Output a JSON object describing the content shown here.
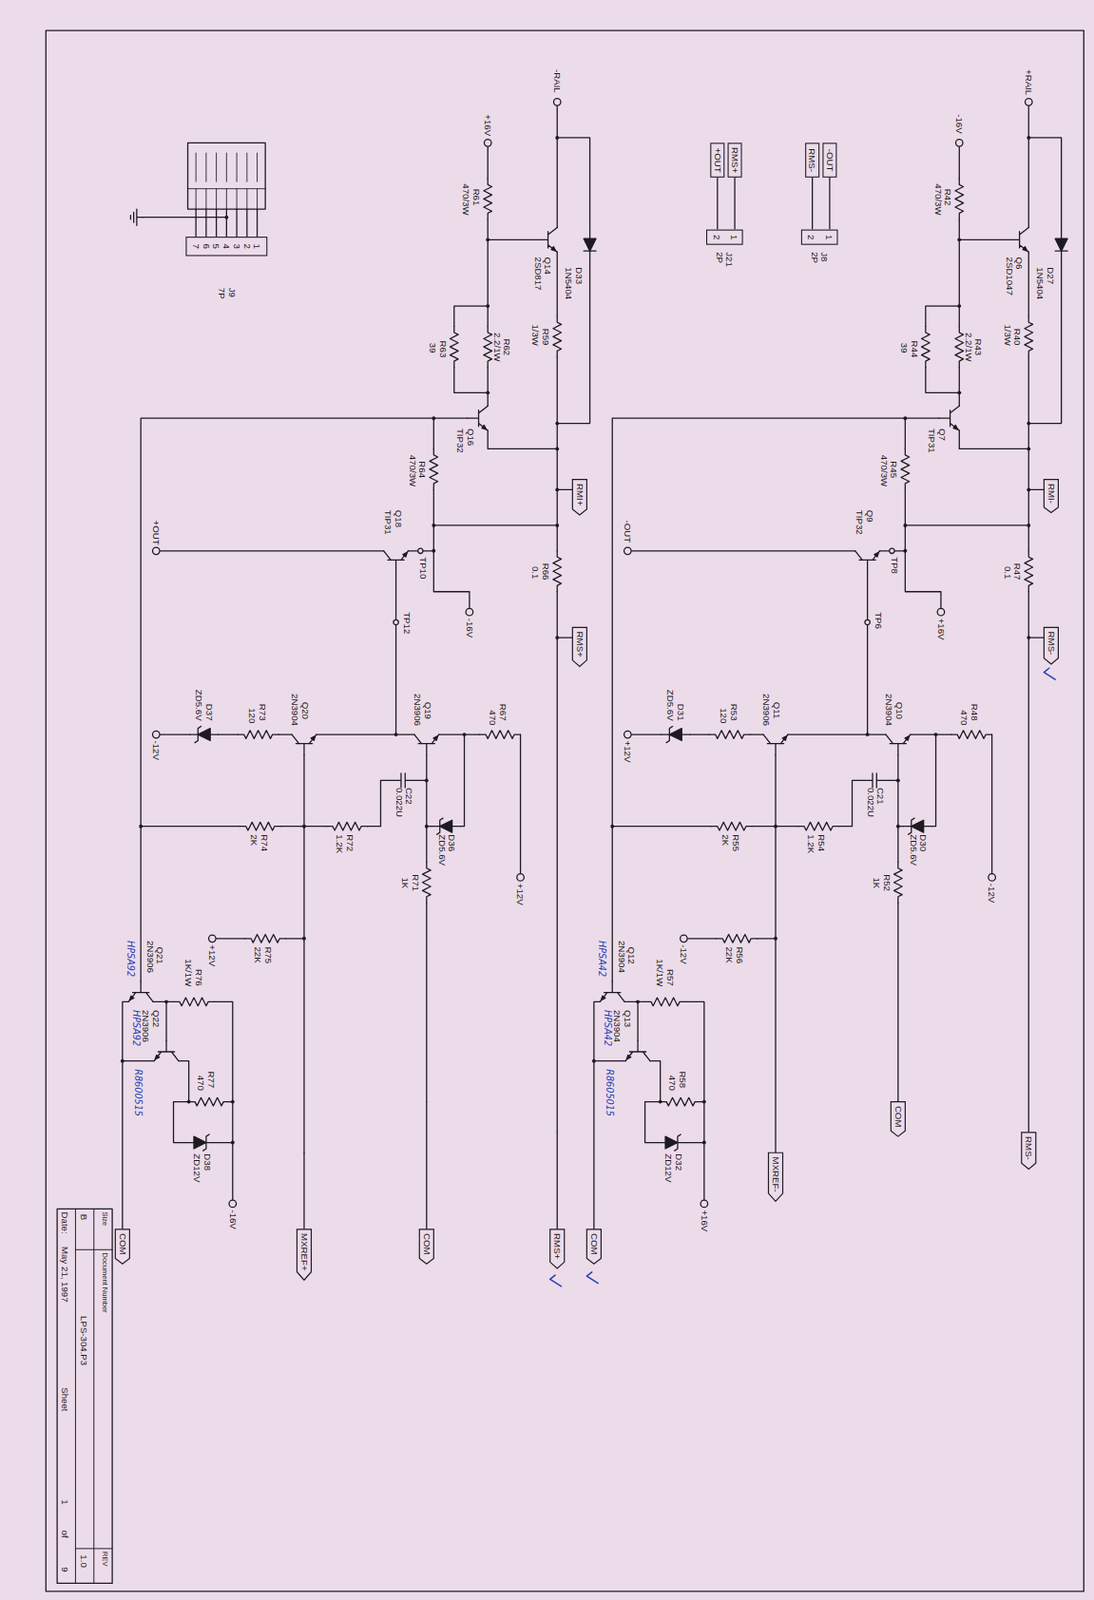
{
  "diagram": {
    "nodes": [
      {
        "text": [
          "RMI-"
        ]
      },
      {
        "text": [
          "RMS-"
        ]
      },
      {
        "text": [
          "COM"
        ]
      },
      {
        "text": [
          "MXREF-"
        ]
      },
      {
        "text": [
          "RMS-"
        ]
      },
      {
        "text": [
          "COM"
        ]
      },
      {
        "text": [
          "RMS+"
        ]
      },
      {
        "text": [
          "+OUT"
        ]
      },
      {
        "text": [
          "1",
          "2"
        ]
      },
      {
        "text": [
          "-OUT"
        ]
      },
      {
        "text": [
          "RMS-"
        ]
      },
      {
        "text": [
          "1",
          "2"
        ]
      },
      {
        "text": [
          "RMI+"
        ]
      },
      {
        "text": [
          "RMS+"
        ]
      },
      {
        "text": [
          "COM"
        ]
      },
      {
        "text": [
          "MXREF+"
        ]
      },
      {
        "text": [
          "COM"
        ]
      },
      {
        "text": [
          "RMS+"
        ]
      },
      {
        "text": [
          "1",
          "2",
          "3",
          "4",
          "5",
          "6",
          "7"
        ]
      }
    ],
    "edges": [
      {
        "from": 6,
        "to": 8,
        "arrow": "none"
      },
      {
        "from": 7,
        "to": 8,
        "arrow": "none"
      },
      {
        "from": 9,
        "to": 11,
        "arrow": "none"
      },
      {
        "from": 10,
        "to": 11,
        "arrow": "none"
      }
    ],
    "labels": [
      "+RAIL",
      "Q6",
      "2SD1047",
      "D27",
      "1N5404",
      "R42",
      "470/3W",
      "-16V",
      "R40",
      "1/3W",
      "R43",
      "2.2/1W",
      "R44",
      "39",
      "Q7",
      "TIP31",
      "R45",
      "470/3W",
      "R47",
      "0.1",
      "Q9",
      "TIP32",
      "TP8",
      "TP6",
      "+16V",
      "-OUT",
      "R48",
      "470",
      "-12V",
      "D30",
      "ZD5.6V",
      "Q10",
      "2N3904",
      "R52",
      "1K",
      "C21",
      "0.022U",
      "Q11",
      "2N3906",
      "R53",
      "120",
      "D31",
      "ZD5.6V",
      "+12V",
      "R54",
      "1.2K",
      "R55",
      "2K",
      "R56",
      "22K",
      "-12V",
      "Q12",
      "2N3904",
      "HPSA42",
      "R57",
      "1K/1W",
      "Q13",
      "2N3904",
      "HPSA42",
      "R8605015",
      "R58",
      "470",
      "D32",
      "ZD12V",
      "+16V",
      "J21",
      "2P",
      "J8",
      "2P",
      "-RAIL",
      "Q14",
      "2SD817",
      "D33",
      "1N5404",
      "R61",
      "470/3W",
      "+16V",
      "R59",
      "1/3W",
      "R62",
      "2.2/1W",
      "R63",
      "39",
      "Q16",
      "TIP32",
      "R64",
      "470/3W",
      "R66",
      "0.1",
      "Q18",
      "TIP31",
      "TP10",
      "TP12",
      "-16V",
      "+OUT",
      "R67",
      "470",
      "+12V",
      "D36",
      "ZD5.6V",
      "Q19",
      "2N3906",
      "R71",
      "1K",
      "C22",
      "0.022U",
      "Q20",
      "2N3904",
      "R73",
      "120",
      "D37",
      "ZD5.6V",
      "-12V",
      "R72",
      "1.2K",
      "R74",
      "2K",
      "R75",
      "22K",
      "+12V",
      "Q21",
      "2N3906",
      "HPSA92",
      "R76",
      "1K/1W",
      "Q22",
      "2N3906",
      "HPSA92",
      "R8600515",
      "R77",
      "470",
      "D38",
      "ZD12V",
      "-16V",
      "J9",
      "7P",
      "Size",
      "Document Number",
      "REV",
      "B",
      "LPS-304.P3",
      "1.0",
      "Date:",
      "May 21, 1997",
      "Sheet",
      "1",
      "of",
      "9"
    ]
  }
}
